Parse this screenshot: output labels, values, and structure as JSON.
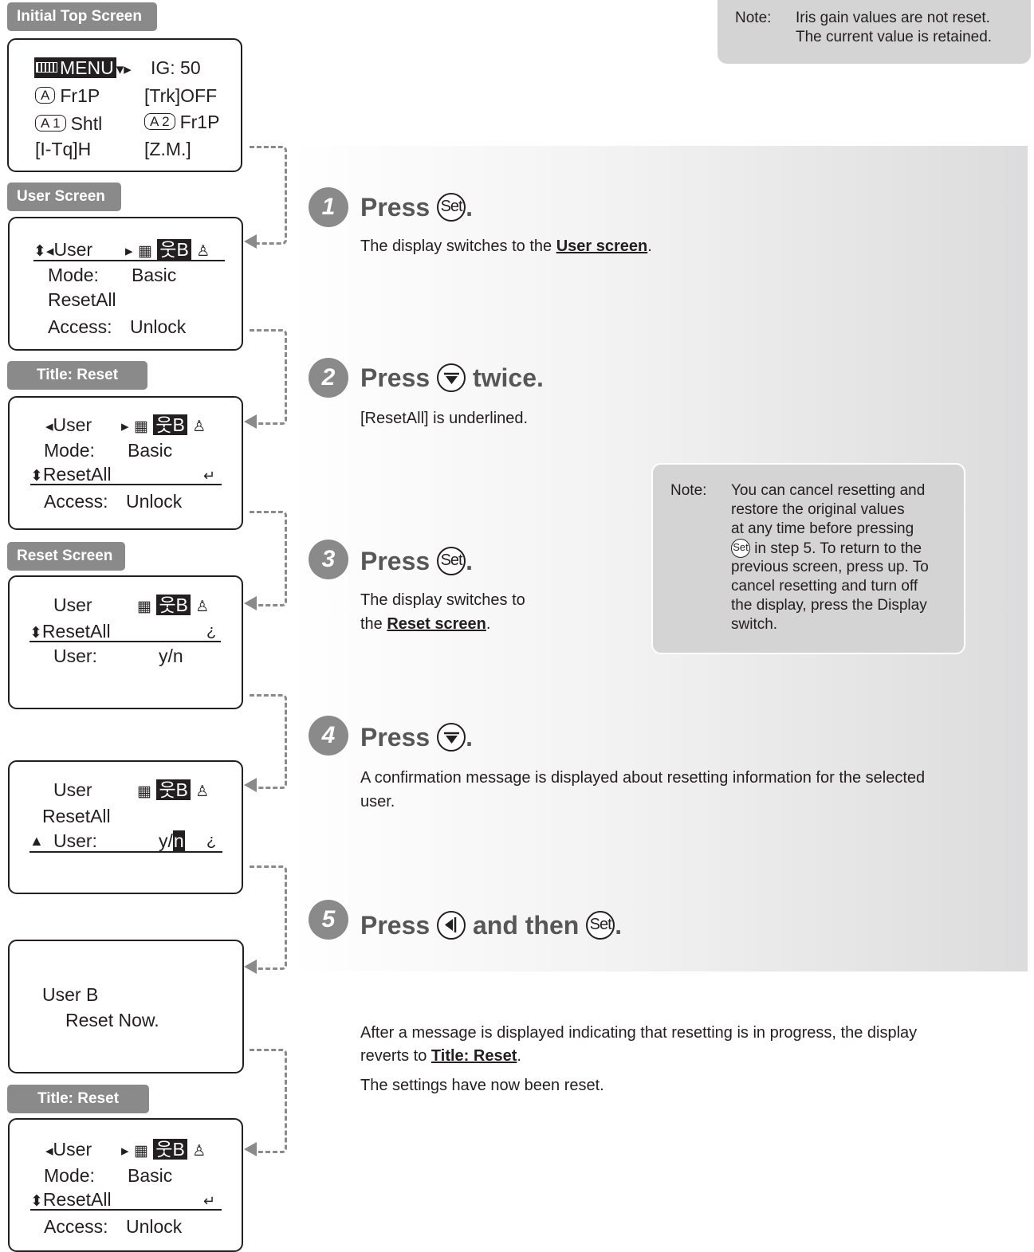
{
  "screens": {
    "initial_top": {
      "tag": "Initial Top Screen",
      "menu": "MENU",
      "ig": "IG: 50",
      "a_btn": "A",
      "a_val": "Fr1P",
      "trk": "[Trk]OFF",
      "a1_btn": "A 1",
      "a1_val": "Shtl",
      "a2_btn": "A 2",
      "a2_val": "Fr1P",
      "itq": "[I-Tq]H",
      "zm": "[Z.M.]"
    },
    "user": {
      "tag": "User Screen",
      "user": "User",
      "user_b": "B",
      "mode_label": "Mode:",
      "mode_value": "Basic",
      "resetall": "ResetAll",
      "access_label": "Access:",
      "access_value": "Unlock"
    },
    "title_reset": {
      "tag": "Title: Reset",
      "user": "User",
      "user_b": "B",
      "mode_label": "Mode:",
      "mode_value": "Basic",
      "resetall": "ResetAll",
      "access_label": "Access:",
      "access_value": "Unlock"
    },
    "reset": {
      "tag": "Reset Screen",
      "user": "User",
      "user_b": "B",
      "resetall": "ResetAll",
      "user_label": "User:",
      "yn": "y/n"
    },
    "confirm": {
      "user": "User",
      "user_b": "B",
      "resetall": "ResetAll",
      "user_label": "User:",
      "y": "y/",
      "n": "n"
    },
    "message": {
      "line1": "User B",
      "line2": "Reset Now."
    },
    "title_reset_final": {
      "tag": "Title: Reset",
      "user": "User",
      "user_b": "B",
      "mode_label": "Mode:",
      "mode_value": "Basic",
      "resetall": "ResetAll",
      "access_label": "Access:",
      "access_value": "Unlock"
    }
  },
  "note_top": {
    "label": "Note:",
    "line1": "Iris gain values are not reset.",
    "line2": "The current value is retained."
  },
  "note_mid": {
    "label": "Note:",
    "line1": "You can cancel resetting and",
    "line2": "restore the original values",
    "line3": "at any time before pressing",
    "line4_after": " in step 5. To return to the",
    "line5": "previous screen, press up. To",
    "line6": "cancel resetting and turn off",
    "line7": "the display, press the Display",
    "line8": "switch."
  },
  "set_label": "Set",
  "steps": [
    {
      "num": "1",
      "press": "Press",
      "end": ".",
      "desc_pre": "The display switches to the ",
      "desc_link": "User screen",
      "desc_post": "."
    },
    {
      "num": "2",
      "press": "Press",
      "end": " twice.",
      "desc": "[ResetAll] is underlined."
    },
    {
      "num": "3",
      "press": "Press",
      "end": ".",
      "desc1": "The display switches to",
      "desc2_pre": "the ",
      "desc2_link": "Reset screen",
      "desc2_post": "."
    },
    {
      "num": "4",
      "press": "Press",
      "end": ".",
      "desc1": "A confirmation message is displayed about resetting information for the selected",
      "desc2": "user."
    },
    {
      "num": "5",
      "press": "Press",
      "mid": " and then ",
      "end": "."
    }
  ],
  "after": {
    "line1": "After a message is displayed indicating that resetting is in progress, the display",
    "line2_pre": "reverts to ",
    "line2_link": "Title: Reset",
    "line2_post": ".",
    "line3": "The settings have now been reset."
  },
  "icons": {
    "set_button": "set-button-icon",
    "down_button": "down-button-icon",
    "left_button": "left-button-icon",
    "user_mode": "user-mode-icon",
    "grid": "grid-icon",
    "return": "return-icon",
    "question": "question-icon"
  },
  "colors": {
    "tag_gray": "#8a8a8a",
    "note_gray": "#d4d4d5",
    "title_gray": "#575757",
    "text": "#231f20"
  }
}
